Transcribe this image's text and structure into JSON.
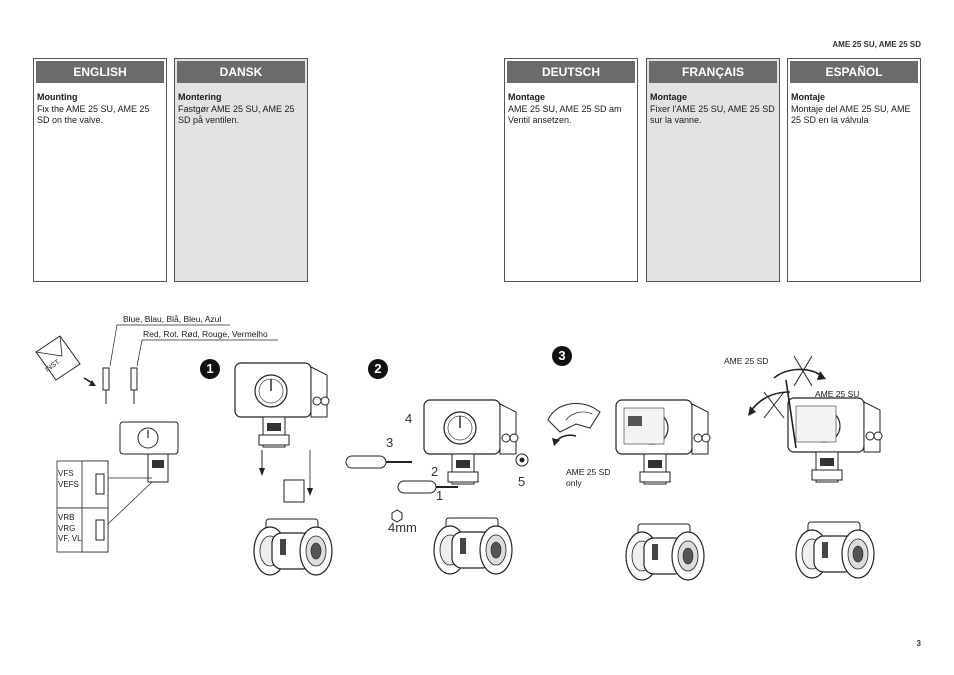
{
  "header_code": "AME 25 SU, AME 25 SD",
  "page_number": "3",
  "columns": [
    {
      "lang": "ENGLISH",
      "title": "Mounting",
      "text": "Fix the AME 25 SU, AME 25 SD on the valve.",
      "shaded": false
    },
    {
      "lang": "DANSK",
      "title": "Montering",
      "text": "Fastgør AME 25 SU, AME 25 SD på ventilen.",
      "shaded": true
    },
    {
      "lang": "DEUTSCH",
      "title": "Montage",
      "text": "AME 25 SU, AME 25 SD am Ventil ansetzen.",
      "shaded": false
    },
    {
      "lang": "FRANÇAIS",
      "title": "Montage",
      "text": "Fixer l'AME 25 SU, AME 25 SD sur la vanne.",
      "shaded": true
    },
    {
      "lang": "ESPAÑOL",
      "title": "Montaje",
      "text": "Montaje del AME 25 SU, AME 25 SD en la válvula",
      "shaded": false
    }
  ],
  "figure": {
    "wire_blue": "Blue, Blau, Blå, Bleu, Azul",
    "wire_red": "Red, Rot, Rød, Rouge, Vermelho",
    "inst_label": "INST.",
    "valves_a": "VFS\nVEFS",
    "valves_b": "VRB\nVRG\nVF, VL",
    "steps": [
      "1",
      "2",
      "3"
    ],
    "numbers": [
      "1",
      "2",
      "3",
      "4",
      "5"
    ],
    "tool_size": "4mm",
    "sd_only": "AME 25 SD\nonly",
    "label_sd": "AME 25 SD",
    "label_su": "AME 25 SU"
  }
}
